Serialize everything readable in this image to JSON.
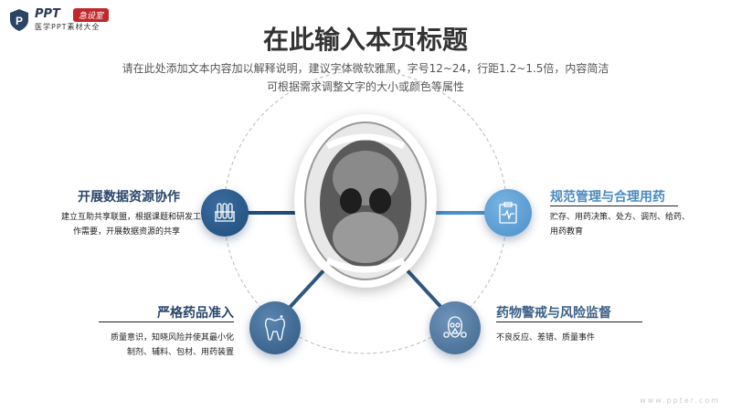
{
  "logo": {
    "brand": "PPT",
    "badge": "急设室",
    "tagline": "医学PPT素材大全"
  },
  "header": {
    "title": "在此输入本页标题",
    "subtitle_line1": "请在此处添加文本内容加以解释说明，建议字体微软雅黑，字号12~24，行距1.2~1.5倍，内容简洁",
    "subtitle_line2": "可根据需求调整文字的大小或颜色等属性"
  },
  "items": [
    {
      "title": "开展数据资源协作",
      "desc1": "建立互助共享联盟，根据课题和研发工",
      "desc2": "作需要，开展数据资源的共享",
      "icon": "test-tubes-icon",
      "color": "#1f4d7c"
    },
    {
      "title": "规范管理与合理用药",
      "desc1": "贮存、用药决策、处方、调剂、给药、",
      "desc2": "用药教育",
      "icon": "clipboard-pulse-icon",
      "color": "#4a8fca"
    },
    {
      "title": "严格药品准入",
      "desc1": "质量意识，知晓风险并使其最小化",
      "desc2": "制剂、辅料、包材、用药装置",
      "icon": "tooth-icon",
      "color": "#3b6690"
    },
    {
      "title": "药物警戒与风险监督",
      "desc1": "不良反应、差错、质量事件",
      "desc2": "",
      "icon": "gas-mask-icon",
      "color": "#4a7099"
    }
  ],
  "watermark": "www.ppter.com"
}
